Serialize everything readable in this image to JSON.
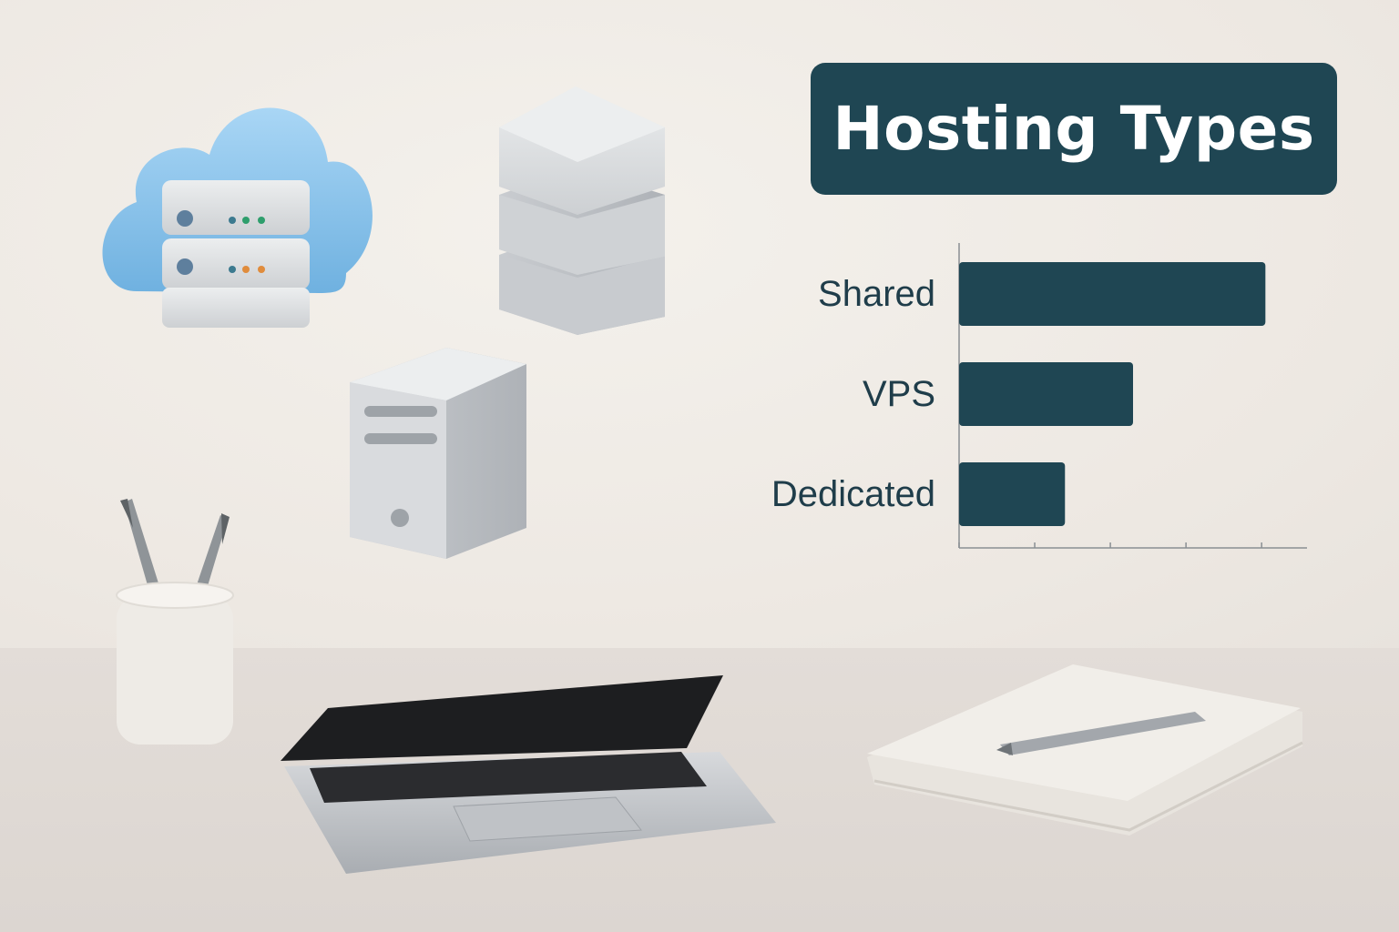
{
  "chart_data": {
    "type": "bar",
    "orientation": "horizontal",
    "title": "Hosting Types",
    "categories": [
      "Shared",
      "VPS",
      "Dedicated"
    ],
    "values": [
      4.05,
      2.3,
      1.4
    ],
    "xlim": [
      0,
      4.6
    ],
    "xticks": [
      0,
      1,
      2,
      3,
      4
    ],
    "tick_labels_shown": false,
    "grid": false,
    "legend": "none",
    "bar_color": "#1f4653",
    "label_color": "#1f3d4a"
  },
  "illustrations": {
    "cloud_server": "cloud-server-icon",
    "database_stack": "database-stack-icon",
    "server_tower": "server-tower-icon",
    "laptop": "laptop",
    "pen_holder": "pen-holder",
    "notebook": "notebook-with-pen"
  },
  "colors": {
    "title_bg": "#1f4653",
    "cloud": "#8cc4ea",
    "server": "#dfe1e3",
    "wall": "#efebe6",
    "desk": "#dfd9d4"
  }
}
